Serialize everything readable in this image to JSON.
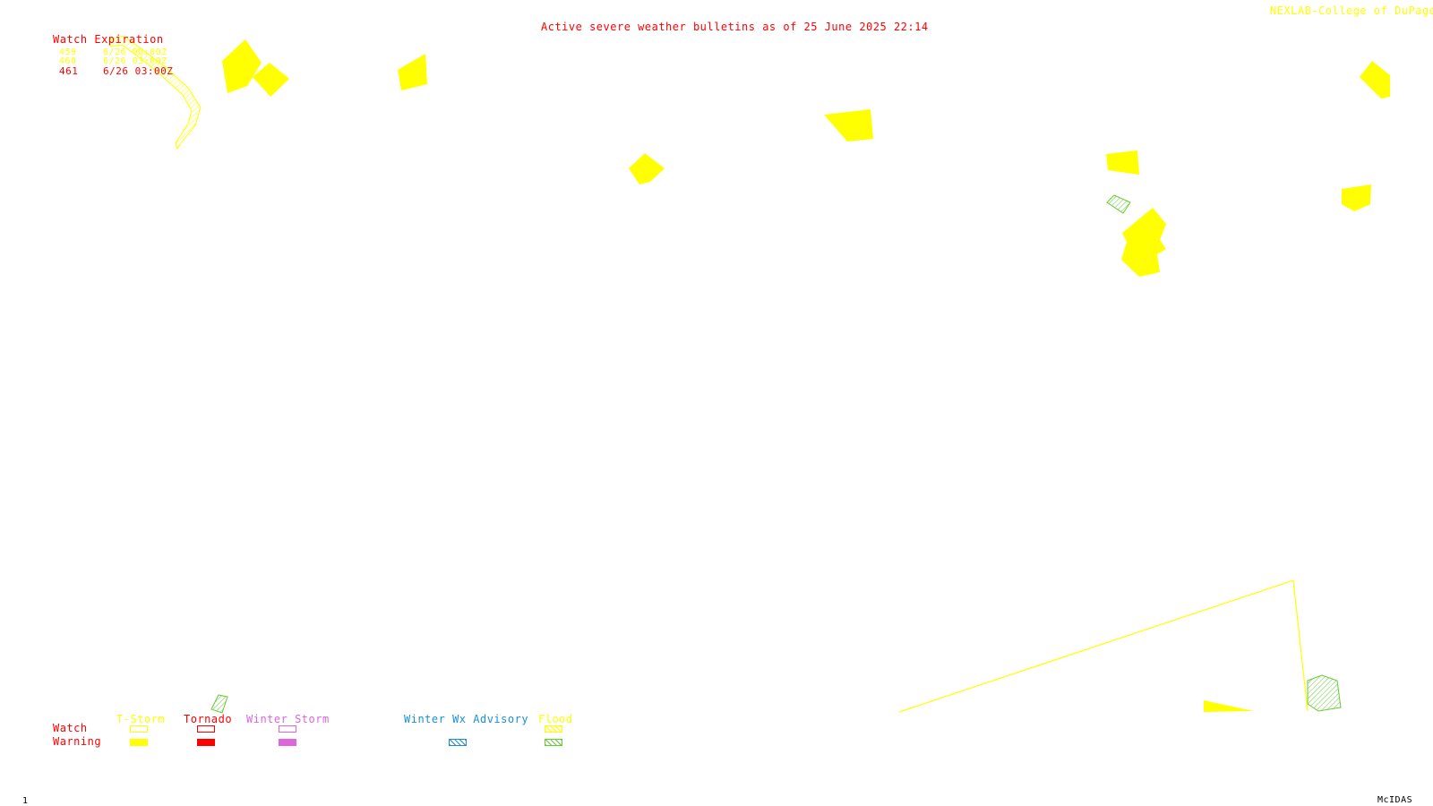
{
  "header": {
    "title": "Active severe weather bulletins as of 25 June 2025 22:14",
    "credit": "NEXLAB-College of DuPage R"
  },
  "watch_expiration": {
    "heading": "Watch Expiration",
    "rows": [
      {
        "number": "459",
        "expires": "6/26 00:00Z",
        "color": "#ffff00"
      },
      {
        "number": "460",
        "expires": "6/26 03:00Z",
        "color": "#ffff00"
      },
      {
        "number": "461",
        "expires": "6/26 03:00Z",
        "color": "#ff0000"
      }
    ]
  },
  "legend": {
    "row_labels": {
      "watch": "Watch",
      "warning": "Warning"
    },
    "categories": [
      {
        "label": "T-Storm",
        "color": "#ffff00",
        "watch_style": "outline",
        "warning_style": "solid"
      },
      {
        "label": "Tornado",
        "color": "#ff0000",
        "watch_style": "outline",
        "warning_style": "solid"
      },
      {
        "label": "Winter Storm",
        "color": "#dd66dd",
        "watch_style": "outline",
        "warning_style": "solid"
      },
      {
        "label": "Winter Wx Advisory",
        "color": "#1a8fd8",
        "watch_style": "none",
        "warning_style": "hatched"
      },
      {
        "label": "Flood",
        "color": "#ffff00",
        "watch_style": "hatched",
        "warning_style": "hatched",
        "warning_color": "#66cc33"
      }
    ]
  },
  "footer": {
    "frame_number": "1",
    "software": "McIDAS"
  },
  "colors": {
    "tstorm_warning": "#ffff00",
    "flood_warning": "#66cc33",
    "tornado": "#ff0000",
    "title_text": "#ff0000"
  }
}
